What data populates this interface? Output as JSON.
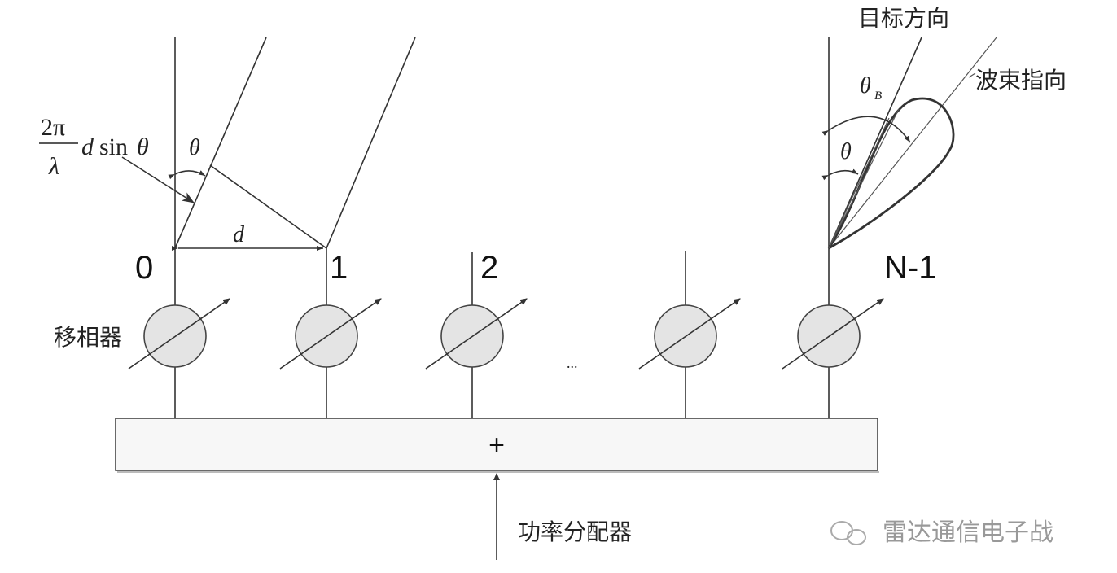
{
  "labels": {
    "phase_shifter": "移相器",
    "power_divider": "功率分配器",
    "target_direction": "目标方向",
    "beam_pointing": "波束指向",
    "summer": "+",
    "ellipsis": "...",
    "watermark": "雷达通信电子战"
  },
  "element_indices": [
    "0",
    "1",
    "2",
    "N-1"
  ],
  "math": {
    "two_pi": "2π",
    "lambda": "λ",
    "d_sin_theta_d": "d",
    "d_sin_theta_sin": "sin",
    "d_sin_theta_theta": "θ",
    "theta": "θ",
    "theta_right": "θ",
    "theta_b": "θ",
    "theta_b_sub": "B",
    "spacing": "d"
  }
}
